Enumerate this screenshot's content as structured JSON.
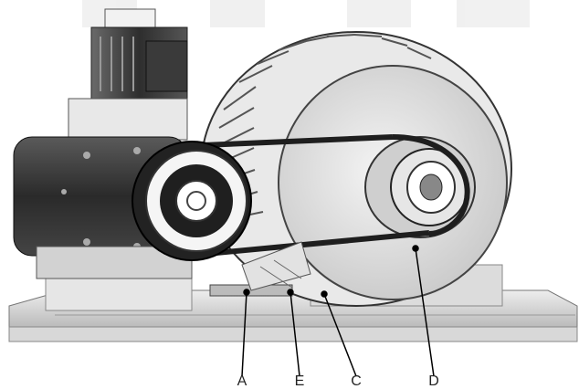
{
  "callouts": [
    {
      "letter": "A"
    },
    {
      "letter": "E"
    },
    {
      "letter": "C"
    },
    {
      "letter": "D"
    }
  ]
}
